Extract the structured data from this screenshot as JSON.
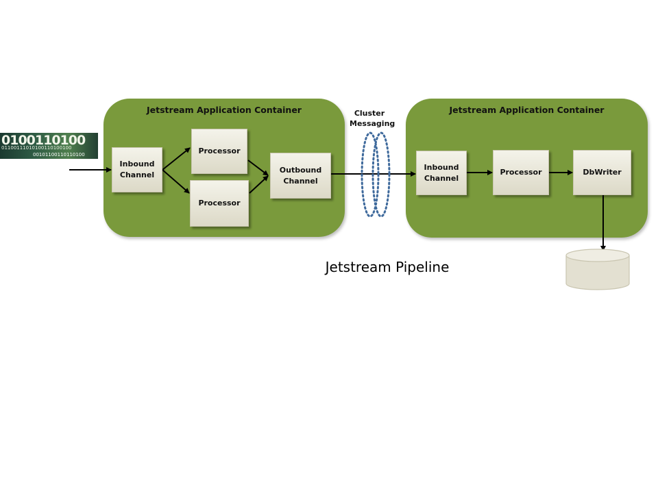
{
  "containers": [
    {
      "title": "Jetstream Application Container"
    },
    {
      "title": "Jetstream Application Container"
    }
  ],
  "nodes": {
    "inbound_1": "Inbound\nChannel",
    "processor_1": "Processor",
    "processor_2": "Processor",
    "outbound_1": "Outbound\nChannel",
    "inbound_2": "Inbound\nChannel",
    "processor_3": "Processor",
    "dbwriter": "DbWriter"
  },
  "cluster_messaging": "Cluster\nMessaging",
  "pipeline_title": "Jetstream Pipeline",
  "binary_image": {
    "line1": "0100110100",
    "line2": "01100111010100110100100",
    "line3": "00101100110110100"
  },
  "colors": {
    "container": "#7a9a3c",
    "box": "#e8e6d8",
    "messaging_dots": "#3f6a9c",
    "arrow": "#000000"
  }
}
